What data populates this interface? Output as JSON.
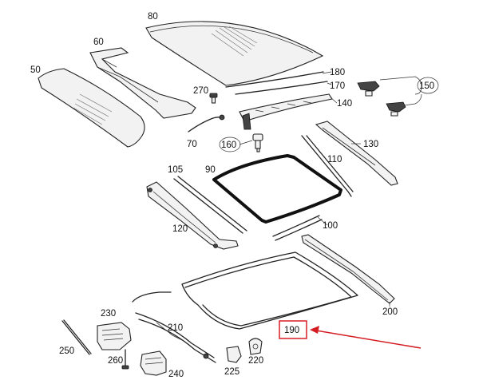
{
  "labels": {
    "p80": "80",
    "p60": "60",
    "p50": "50",
    "p270": "270",
    "p70": "70",
    "p160": "160",
    "p180": "180",
    "p170": "170",
    "p140": "140",
    "p150": "150",
    "p130": "130",
    "p110": "110",
    "p105": "105",
    "p90": "90",
    "p100": "100",
    "p120": "120",
    "p200": "200",
    "p190": "190",
    "p230": "230",
    "p210": "210",
    "p250": "250",
    "p260": "260",
    "p240": "240",
    "p225": "225",
    "p220": "220"
  },
  "highlight": {
    "part": "190",
    "color": "#d51e24"
  }
}
